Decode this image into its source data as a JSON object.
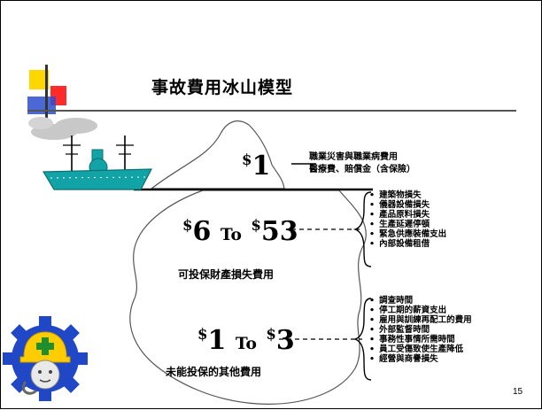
{
  "title": "事故費用冰山模型",
  "top": {
    "amount": "1",
    "currency": "$",
    "text_line1": "職業災害與職業病費用",
    "text_line2": "醫療費、賠償金（含保險）"
  },
  "middle": {
    "currency": "$",
    "from": "6",
    "to_word": "To",
    "to": "53",
    "caption": "可投保財產損失費用",
    "items": [
      "建築物損失",
      "儀器設備損失",
      "產品原料損失",
      "生產延遲停頓",
      "緊急供應裝備支出",
      "內部設備租借"
    ]
  },
  "bottom": {
    "currency": "$",
    "from": "1",
    "to_word": "To",
    "to": "3",
    "caption": "未能投保的其他費用",
    "items": [
      "調查時間",
      "停工期的薪資支出",
      "雇用與訓練再配工的費用",
      "外部監督時間",
      "事務性事情所需時間",
      "員工受傷致使生產降低",
      "經營與商譽損失"
    ]
  },
  "page_number": "15",
  "colors": {
    "ship_hull": "#11a3a6",
    "smoke": "#c8c8c8",
    "accent_yellow": "#ffd700",
    "accent_red": "#ff2a2a",
    "accent_blue": "#2a4fd0",
    "logo_blue": "#1f47c6",
    "logo_yellow": "#ffcc00",
    "logo_green": "#1e8f2f"
  },
  "icons": [
    "decorative-squares",
    "ship-icon",
    "safety-logo-icon"
  ]
}
